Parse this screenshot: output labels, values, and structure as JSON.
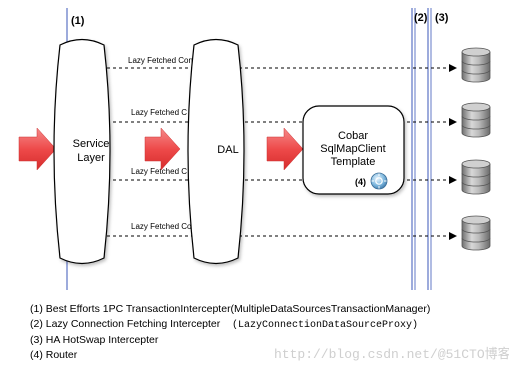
{
  "labels": {
    "marker_1": "(1)",
    "marker_2": "(2)",
    "marker_3": "(3)",
    "marker_4": "(4)"
  },
  "components": {
    "service_layer_line1": "Service",
    "service_layer_line2": "Layer",
    "dal": "DAL",
    "cobar_line1": "Cobar",
    "cobar_line2": "SqlMapClient",
    "cobar_line3": "Template"
  },
  "connections": [
    "Lazy Fetched Connection",
    "Lazy Fetched C",
    "Lazy Fetched C",
    "Lazy Fetched Connection"
  ],
  "legend": [
    {
      "text": "(1) Best Efforts 1PC TransactionIntercepter(MultipleDataSourcesTransactionManager)",
      "mono": ""
    },
    {
      "text": "(2) Lazy Connection Fetching Intercepter    ",
      "mono": "(LazyConnectionDataSourceProxy)"
    },
    {
      "text": "(3) HA HotSwap Intercepter",
      "mono": ""
    },
    {
      "text": "(4) Router",
      "mono": ""
    }
  ],
  "watermark": "http://blog.csdn.net/@51CTO博客",
  "colors": {
    "arrow_fill": "#ee4a4a",
    "vertical_line": "#7d8fd0",
    "database": "#8e8e8e"
  },
  "icons": [
    "database-icon",
    "router-gear-icon",
    "block-arrow-icon"
  ]
}
